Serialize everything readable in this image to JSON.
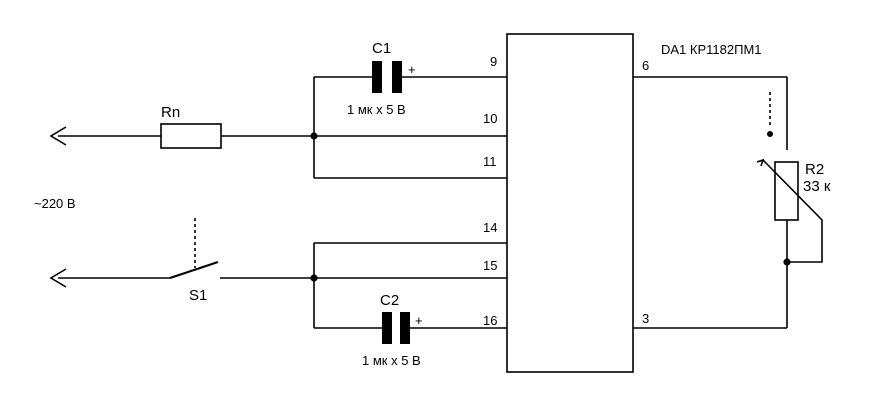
{
  "chip": {
    "label": "DA1 КР1182ПМ1"
  },
  "pins": {
    "p9": "9",
    "p10": "10",
    "p11": "11",
    "p14": "14",
    "p15": "15",
    "p16": "16",
    "p6": "6",
    "p3": "3"
  },
  "c1": {
    "name": "C1",
    "value": "1 мк х 5 В",
    "polarity": "+"
  },
  "c2": {
    "name": "C2",
    "value": "1 мк х 5 В",
    "polarity": "+"
  },
  "rn": {
    "name": "Rn"
  },
  "r2": {
    "name": "R2",
    "value": "33 к"
  },
  "s1": {
    "name": "S1"
  },
  "supply": {
    "label": "~220 В"
  }
}
